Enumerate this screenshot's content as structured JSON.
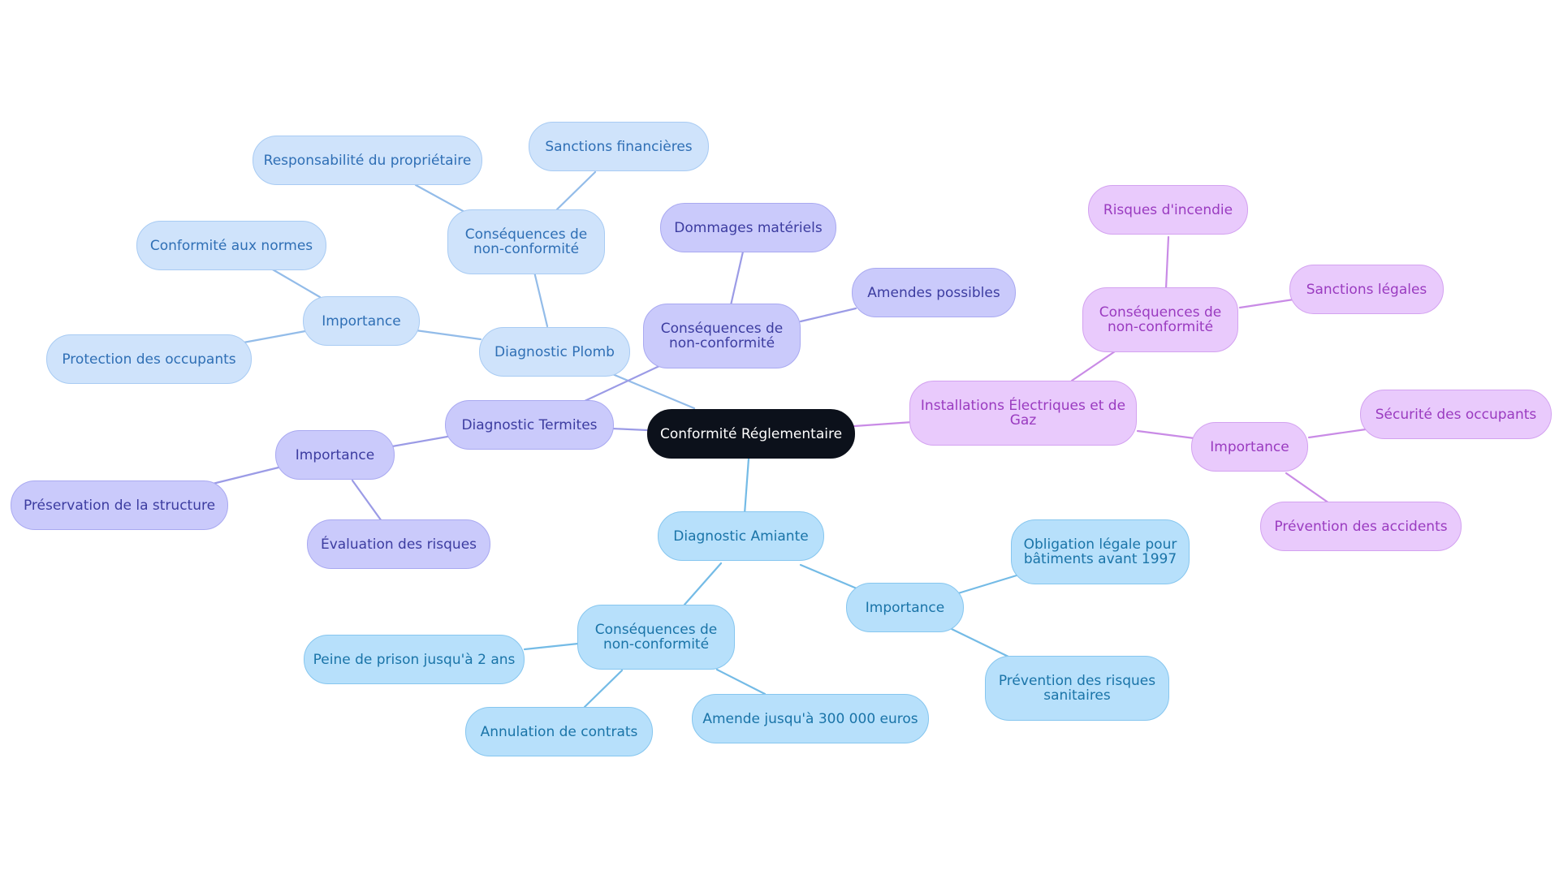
{
  "colors": {
    "root": "#0c111b",
    "plomb": "#93bce9",
    "termites": "#9b9be6",
    "amiante": "#74bbe6",
    "elec": "#c98be6"
  },
  "root": {
    "label": "Conformité Réglementaire"
  },
  "plomb": {
    "label": "Diagnostic Plomb",
    "importance": {
      "label": "Importance",
      "items": [
        "Conformité aux normes",
        "Protection des occupants"
      ]
    },
    "consequences": {
      "label": "Conséquences de non-conformité",
      "items": [
        "Responsabilité du propriétaire",
        "Sanctions financières"
      ]
    }
  },
  "termites": {
    "label": "Diagnostic Termites",
    "importance": {
      "label": "Importance",
      "items": [
        "Préservation de la structure",
        "Évaluation des risques"
      ]
    },
    "consequences": {
      "label": "Conséquences de non-conformité",
      "items": [
        "Dommages matériels",
        "Amendes possibles"
      ]
    }
  },
  "amiante": {
    "label": "Diagnostic Amiante",
    "importance": {
      "label": "Importance",
      "items": [
        "Obligation légale pour bâtiments avant 1997",
        "Prévention des risques sanitaires"
      ]
    },
    "consequences": {
      "label": "Conséquences de non-conformité",
      "items": [
        "Peine de prison jusqu'à 2 ans",
        "Annulation de contrats",
        "Amende jusqu'à 300 000 euros"
      ]
    }
  },
  "elec": {
    "label": "Installations Électriques et de Gaz",
    "importance": {
      "label": "Importance",
      "items": [
        "Sécurité des occupants",
        "Prévention des accidents"
      ]
    },
    "consequences": {
      "label": "Conséquences de non-conformité",
      "items": [
        "Risques d'incendie",
        "Sanctions légales"
      ]
    }
  }
}
